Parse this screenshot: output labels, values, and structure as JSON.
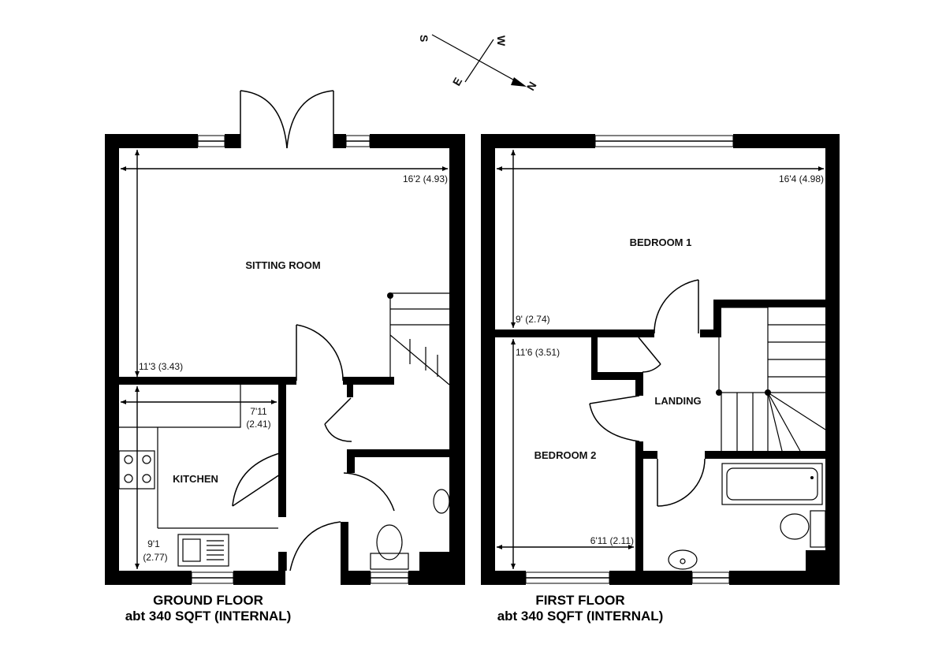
{
  "compass": {
    "north": "N",
    "south": "S",
    "east": "E",
    "west": "W"
  },
  "ground_floor": {
    "title": "GROUND FLOOR",
    "area": "abt 340 SQFT (INTERNAL)",
    "rooms": {
      "sitting_room": {
        "name": "SITTING ROOM",
        "width": "16'2 (4.93)",
        "depth": "11'3 (3.43)"
      },
      "kitchen": {
        "name": "KITCHEN",
        "width_line1": "7'11",
        "width_line2": "(2.41)",
        "depth_line1": "9'1",
        "depth_line2": "(2.77)"
      }
    }
  },
  "first_floor": {
    "title": "FIRST FLOOR",
    "area": "abt 340 SQFT (INTERNAL)",
    "rooms": {
      "bedroom_1": {
        "name": "BEDROOM 1",
        "width": "16'4 (4.98)",
        "depth": "9' (2.74)"
      },
      "bedroom_2": {
        "name": "BEDROOM 2",
        "width": "6'11 (2.11)",
        "depth": "11'6 (3.51)"
      },
      "landing": {
        "name": "LANDING"
      }
    }
  }
}
